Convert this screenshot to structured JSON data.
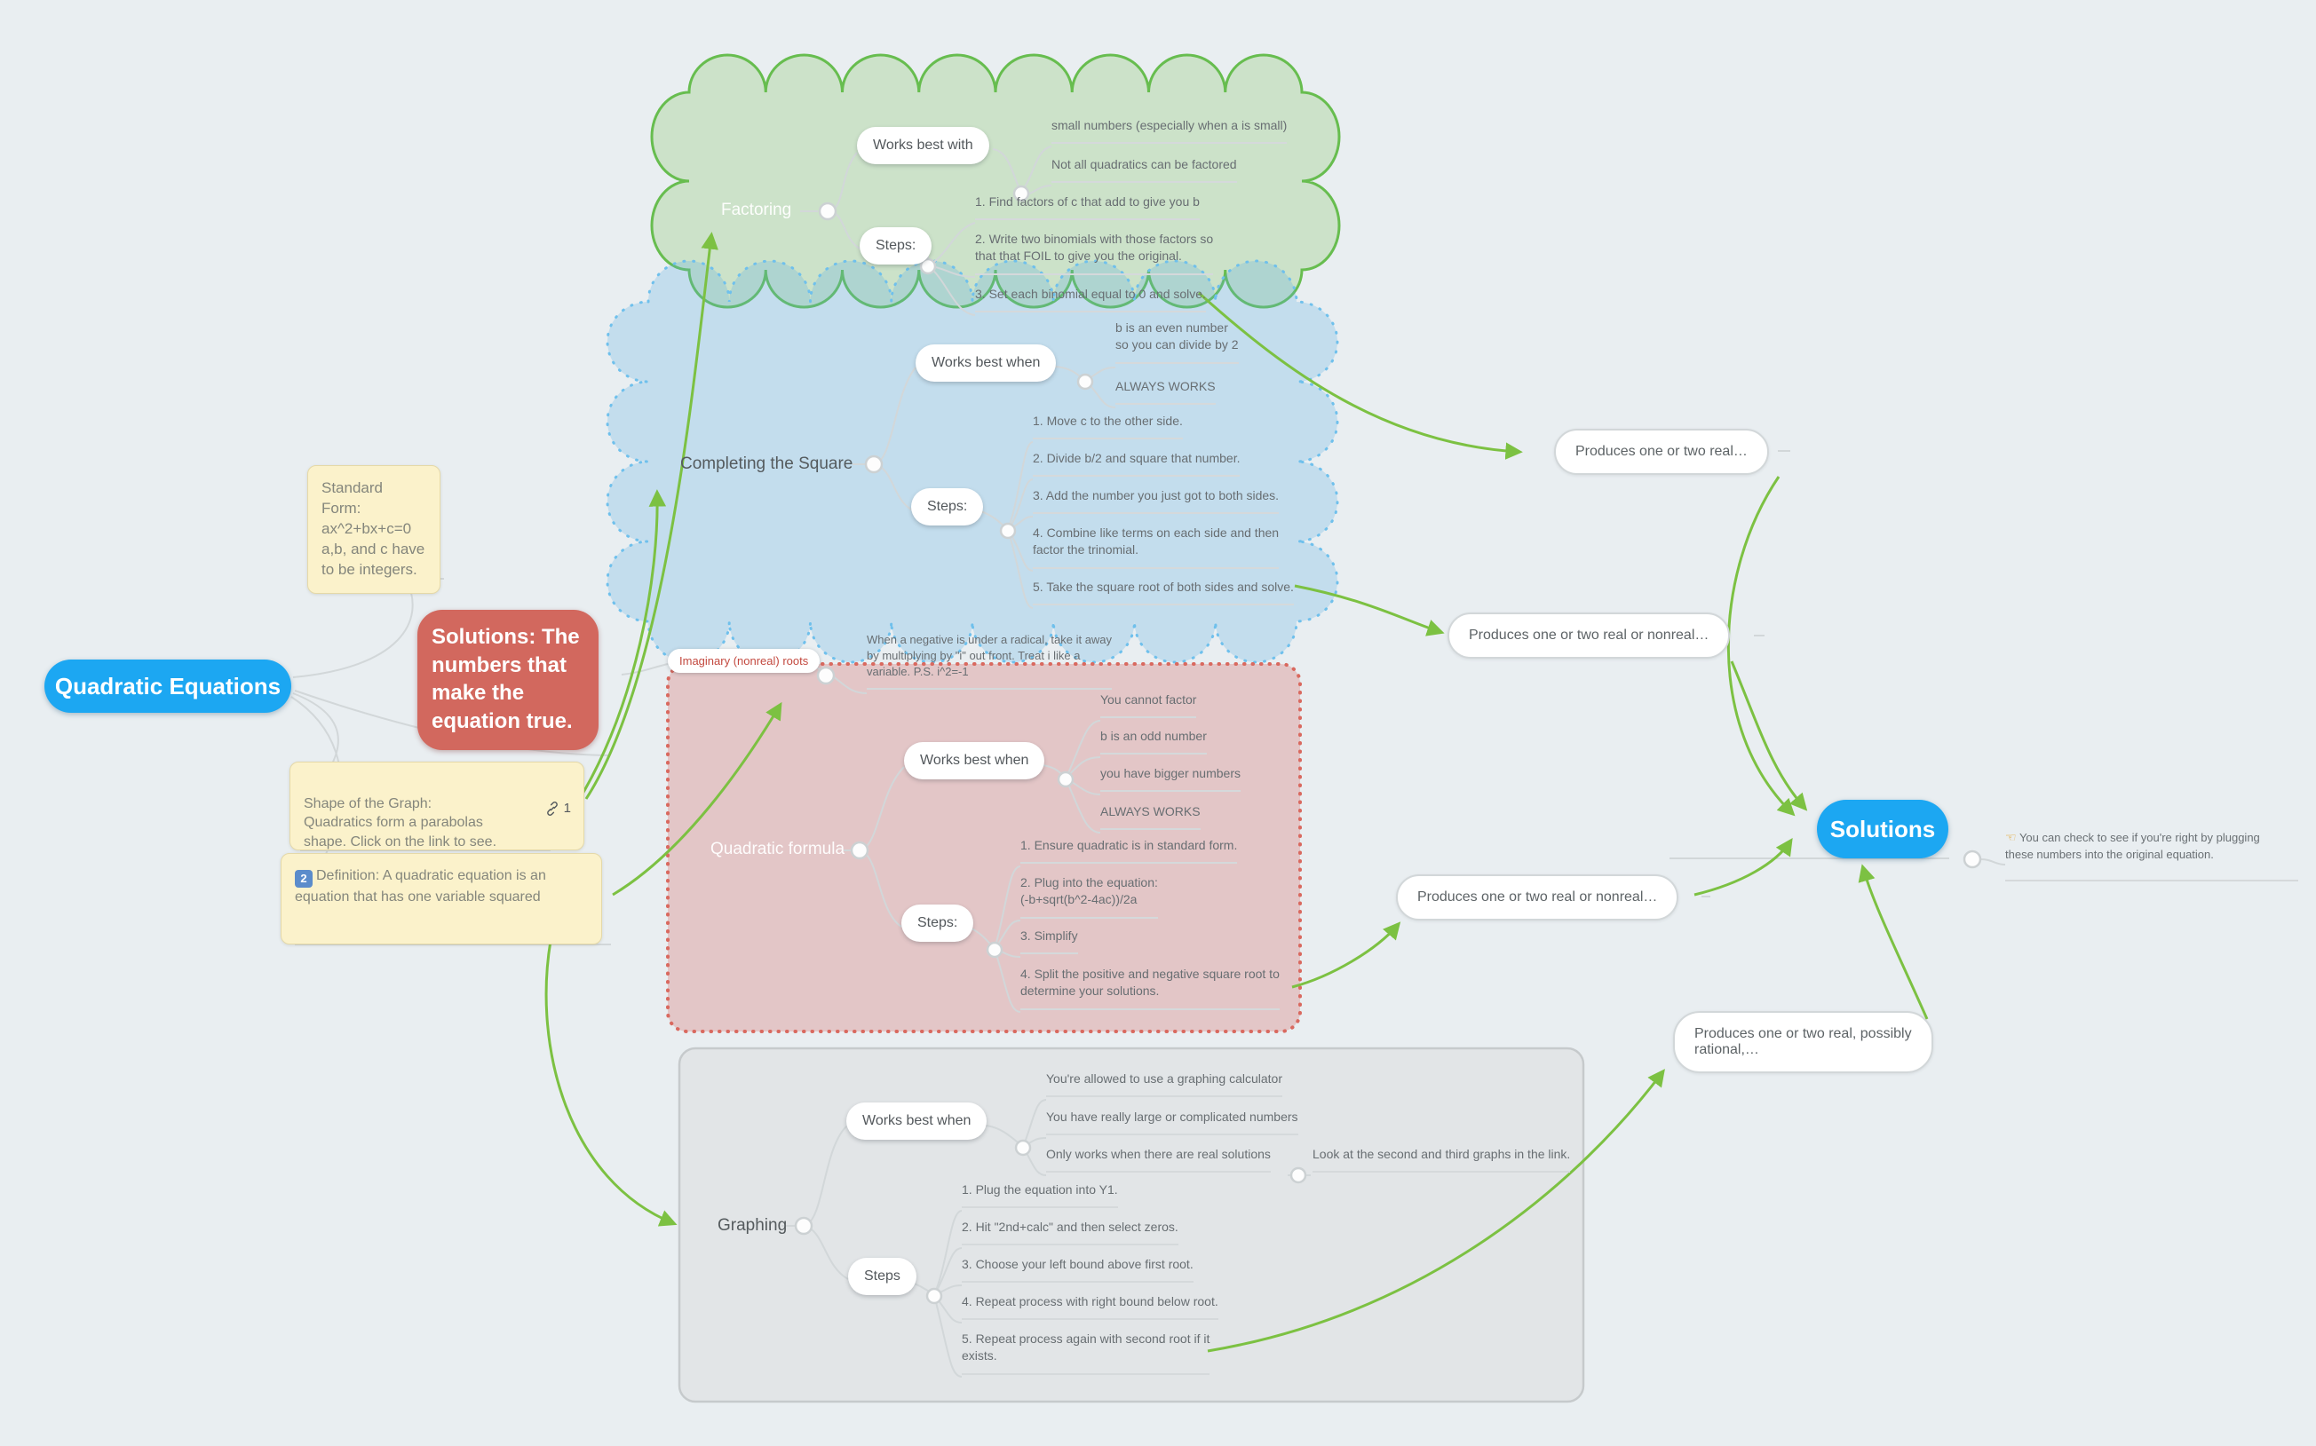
{
  "root": {
    "label": "Quadratic Equations"
  },
  "definition_node": {
    "label": "Solutions: The numbers that make the equation true."
  },
  "notes": {
    "standard_form": {
      "text": "Standard Form:\nax^2+bx+c=0\n a,b, and c have\nto be integers."
    },
    "graph_shape": {
      "text": "Shape of the Graph:\nQuadratics form a parabolas\nshape. Click on the link to see.",
      "link_count": "1"
    },
    "definition": {
      "badge": "2",
      "text": "Definition: A quadratic equation is an equation that has one variable squared"
    }
  },
  "sections": {
    "factoring": {
      "label": "Factoring",
      "works_best": {
        "label": "Works best with",
        "items": [
          "small numbers (especially when a is small)",
          "Not all quadratics can be factored"
        ]
      },
      "steps": {
        "label": "Steps:",
        "items": [
          "1. Find factors of c that add to give you b",
          "2. Write two binomials with those factors so\nthat that FOIL to give you the original.",
          "3. Set each binomial equal to 0 and solve."
        ]
      }
    },
    "completing_square": {
      "label": "Completing the Square",
      "works_best": {
        "label": "Works best when",
        "items": [
          "b is an even number\nso you can divide by 2",
          "ALWAYS WORKS"
        ]
      },
      "steps": {
        "label": "Steps:",
        "items": [
          "1. Move c to the other side.",
          "2. Divide b/2 and square that number.",
          "3. Add the number you just got to both sides.",
          "4. Combine like terms on each side and then\nfactor the trinomial.",
          "5. Take the square root of both sides and solve."
        ]
      }
    },
    "imaginary": {
      "label": "Imaginary (nonreal) roots",
      "note": "When a negative is under a radical, take it away\nby multiplying by \"i\" out front. Treat i like a\nvariable.  P.S. i^2=-1"
    },
    "quadratic_formula": {
      "label": "Quadratic formula",
      "works_best": {
        "label": "Works best when",
        "items": [
          "You cannot factor",
          "b is an odd number",
          "you have bigger numbers",
          "ALWAYS WORKS"
        ]
      },
      "steps": {
        "label": "Steps:",
        "items": [
          "1. Ensure quadratic is in standard form.",
          "2. Plug into the equation:\n(-b+sqrt(b^2-4ac))/2a",
          "3. Simplify",
          "4. Split the positive and negative square root to\ndetermine your solutions."
        ]
      }
    },
    "graphing": {
      "label": "Graphing",
      "works_best": {
        "label": "Works best when",
        "items": [
          "You're allowed to use a graphing calculator",
          "You have really large or complicated numbers",
          "Only works when there are real solutions"
        ]
      },
      "look_note": "Look at the second and third graphs in the link.",
      "steps": {
        "label": "Steps",
        "items": [
          "1. Plug the equation into Y1.",
          "2. Hit \"2nd+calc\" and then select zeros.",
          "3. Choose your left bound above first root.",
          "4. Repeat process with right bound below root.",
          "5. Repeat process again with second root if it\nexists."
        ]
      }
    }
  },
  "outcomes": {
    "factoring": "Produces one or two real…",
    "completing_square": "Produces one or two real or nonreal…",
    "quadratic_formula": "Produces one or two real or nonreal…",
    "graphing": "Produces one or two real, possibly\nrational,…"
  },
  "solutions": {
    "label": "Solutions",
    "hint_icon": "☜",
    "hint": " You can check to see if you're right by plugging\nthese numbers into the original equation."
  },
  "colors": {
    "accent_blue": "#1ca7f2",
    "accent_red": "#d2685e",
    "arrow_green": "#7cc142",
    "note_yellow": "#fbf2cb"
  }
}
